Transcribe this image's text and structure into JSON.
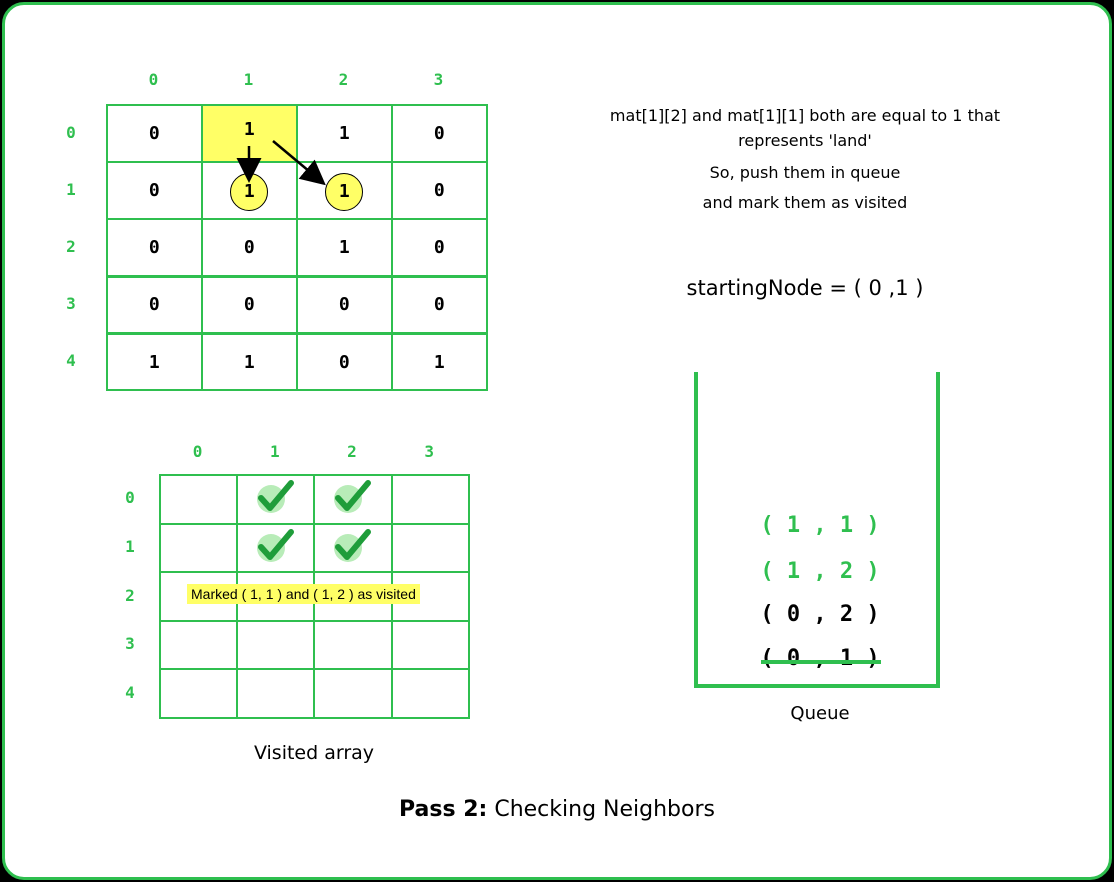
{
  "colors": {
    "accent": "#2fbf4f",
    "highlight": "#ffff66",
    "check": "#1f9d3a"
  },
  "matrix": {
    "col_labels": [
      "0",
      "1",
      "2",
      "3"
    ],
    "row_labels": [
      "0",
      "1",
      "2",
      "3",
      "4"
    ],
    "values": [
      [
        "0",
        "1",
        "1",
        "0"
      ],
      [
        "0",
        "1",
        "1",
        "0"
      ],
      [
        "0",
        "0",
        "1",
        "0"
      ],
      [
        "0",
        "0",
        "0",
        "0"
      ],
      [
        "1",
        "1",
        "0",
        "1"
      ]
    ]
  },
  "visited": {
    "col_labels": [
      "0",
      "1",
      "2",
      "3"
    ],
    "row_labels": [
      "0",
      "1",
      "2",
      "3",
      "4"
    ],
    "checked": [
      [
        0,
        1
      ],
      [
        0,
        2
      ],
      [
        1,
        1
      ],
      [
        1,
        2
      ]
    ],
    "note": "Marked ( 1, 1 ) and ( 1, 2 ) as visited",
    "caption": "Visited array"
  },
  "description": {
    "line1": "mat[1][2] and mat[1][1] both are equal to 1 that",
    "line2": "represents 'land'",
    "line3": "So, push them in queue",
    "line4": "and mark them as visited"
  },
  "starting_node": "startingNode = ( 0 ,1 )",
  "queue": {
    "caption": "Queue",
    "items": [
      {
        "text": "( 1 , 1 )",
        "state": "new"
      },
      {
        "text": "( 1 , 2 )",
        "state": "new"
      },
      {
        "text": "( 0 , 2 )",
        "state": "pending"
      },
      {
        "text": "( 0 , 1 )",
        "state": "removed"
      }
    ]
  },
  "footer": {
    "bold": "Pass 2:",
    "rest": " Checking Neighbors"
  }
}
